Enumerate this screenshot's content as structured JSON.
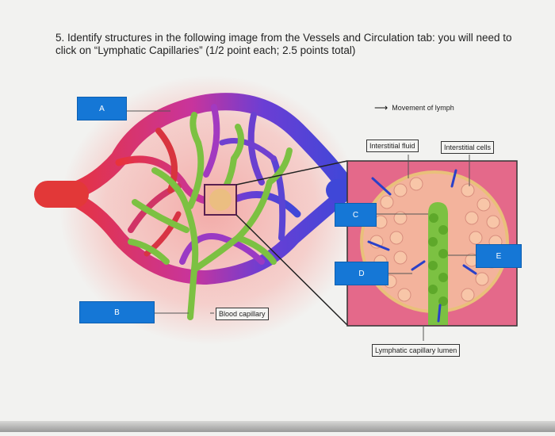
{
  "question": {
    "text": "5.  Identify structures in the following image from the Vessels and Circulation tab: you will need to click on “Lymphatic Capillaries” (1/2 point each; 2.5 points total)"
  },
  "legend": {
    "text": "Movement of lymph",
    "icon": "arrow-right-icon"
  },
  "answer_boxes": [
    {
      "letter": "A"
    },
    {
      "letter": "B"
    },
    {
      "letter": "C"
    },
    {
      "letter": "D"
    },
    {
      "letter": "E"
    }
  ],
  "callouts": {
    "interstitial_fluid": "Interstitial fluid",
    "interstitial_cells": "Interstitial cells",
    "blood_capillary": "Blood capillary",
    "lymphatic_capillary_lumen": "Lymphatic capillary lumen"
  },
  "colors": {
    "answer_box": "#1577d6",
    "artery": "#e23838",
    "vein": "#4848d6",
    "lymphatic": "#7cc142",
    "tissue": "#f3b39c"
  }
}
